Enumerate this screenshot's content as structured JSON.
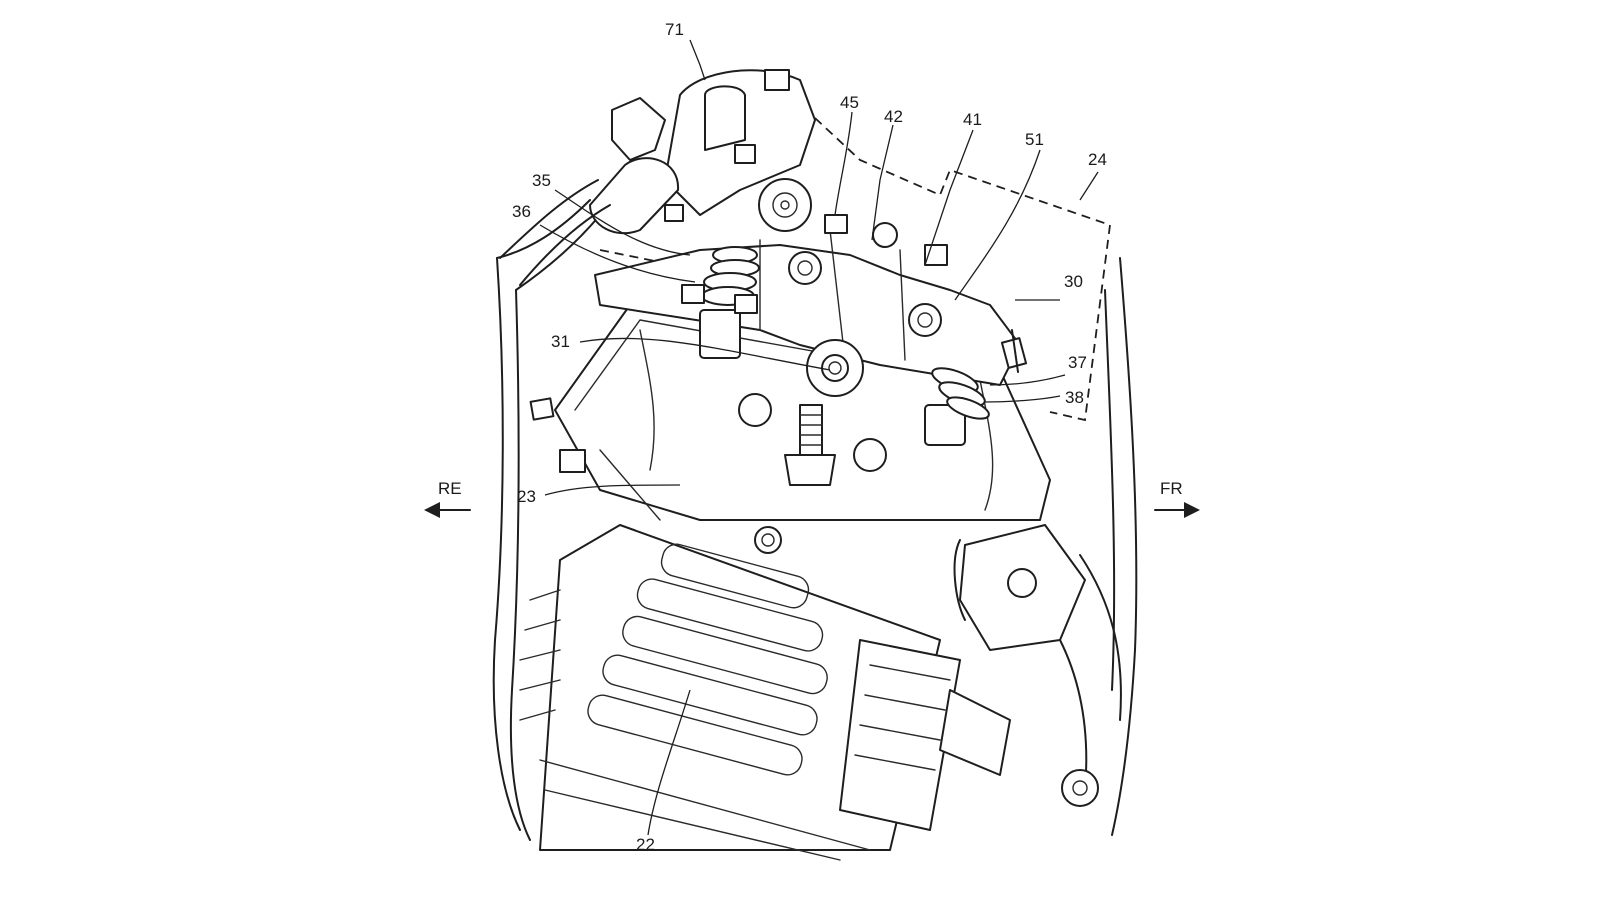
{
  "labels": {
    "l71": "71",
    "l45": "45",
    "l42": "42",
    "l41": "41",
    "l51": "51",
    "l24": "24",
    "l35": "35",
    "l36": "36",
    "l30": "30",
    "l31": "31",
    "l37": "37",
    "l38": "38",
    "l23": "23",
    "l22": "22"
  },
  "directions": {
    "rear": "RE",
    "front": "FR"
  }
}
